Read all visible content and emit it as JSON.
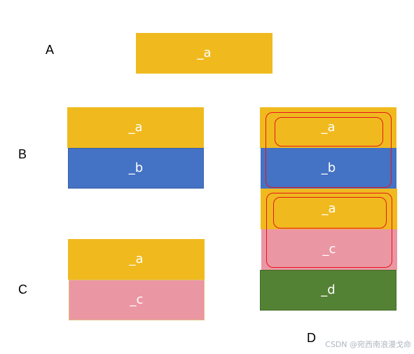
{
  "groups": {
    "A": {
      "label": "A",
      "boxes": [
        {
          "text": "_a",
          "fill": "#F0BA1F"
        }
      ]
    },
    "B": {
      "label": "B",
      "boxes": [
        {
          "text": "_a",
          "fill": "#F0BA1F"
        },
        {
          "text": "_b",
          "fill": "#4472C4"
        }
      ]
    },
    "C": {
      "label": "C",
      "boxes": [
        {
          "text": "_a",
          "fill": "#F0BA1F"
        },
        {
          "text": "_c",
          "fill": "#EB96A3"
        }
      ]
    },
    "D": {
      "label": "D",
      "boxes": [
        {
          "text": "_a",
          "fill": "#F0BA1F"
        },
        {
          "text": "_b",
          "fill": "#4472C4"
        },
        {
          "text": "_a",
          "fill": "#F0BA1F"
        },
        {
          "text": "_c",
          "fill": "#EB96A3"
        },
        {
          "text": "_d",
          "fill": "#548235"
        }
      ],
      "highlight_color": "#E8141C"
    }
  },
  "watermark": "CSDN @宛西南浪漫戈命"
}
